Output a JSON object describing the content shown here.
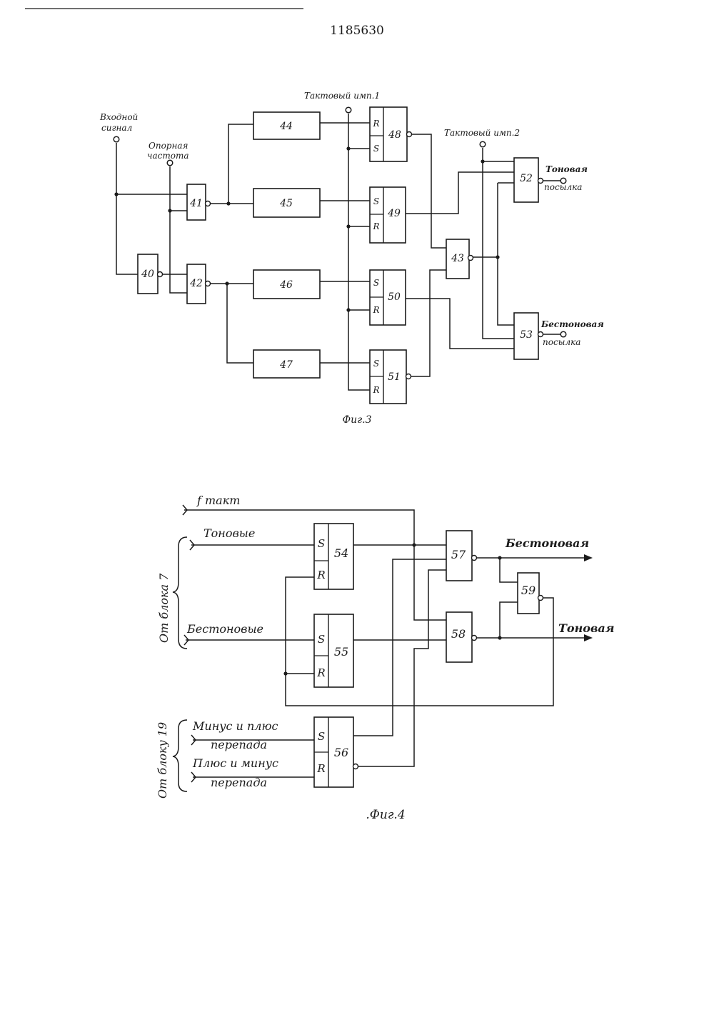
{
  "patent_number": "1185630",
  "fig3": {
    "caption": "Фиг.3",
    "label_input": [
      "Входной",
      "сигнал"
    ],
    "label_ref": [
      "Опорная",
      "частота"
    ],
    "label_clock1": "Тактовый имп.1",
    "label_clock2": "Тактовый имп.2",
    "label_tone": [
      "Тоновая",
      "посылка"
    ],
    "label_toneless": [
      "Бестоновая",
      "посылка"
    ],
    "blocks": {
      "b40": "40",
      "b41": "41",
      "b42": "42",
      "b43": "43",
      "b44": "44",
      "b45": "45",
      "b46": "46",
      "b47": "47",
      "b48": "48",
      "b49": "49",
      "b50": "50",
      "b51": "51",
      "b52": "52",
      "b53": "53"
    },
    "pins": {
      "r": "R",
      "s": "S"
    }
  },
  "fig4": {
    "caption": ".Фиг.4",
    "label_clock": "f такт",
    "label_tone_in": "Тоновые",
    "label_toneless_in": "Бестоновые",
    "label_from_block7": "От блока 7",
    "label_from_block19": "От блоку 19",
    "label_minus_plus": [
      "Минус и плюс",
      "перепада"
    ],
    "label_plus_minus": [
      "Плюс и минус",
      "перепада"
    ],
    "label_out_toneless": "Бестоновая",
    "label_out_tone": "Тоновая",
    "blocks": {
      "b54": "54",
      "b55": "55",
      "b56": "56",
      "b57": "57",
      "b58": "58",
      "b59": "59"
    },
    "pins": {
      "r": "R",
      "s": "S"
    }
  }
}
